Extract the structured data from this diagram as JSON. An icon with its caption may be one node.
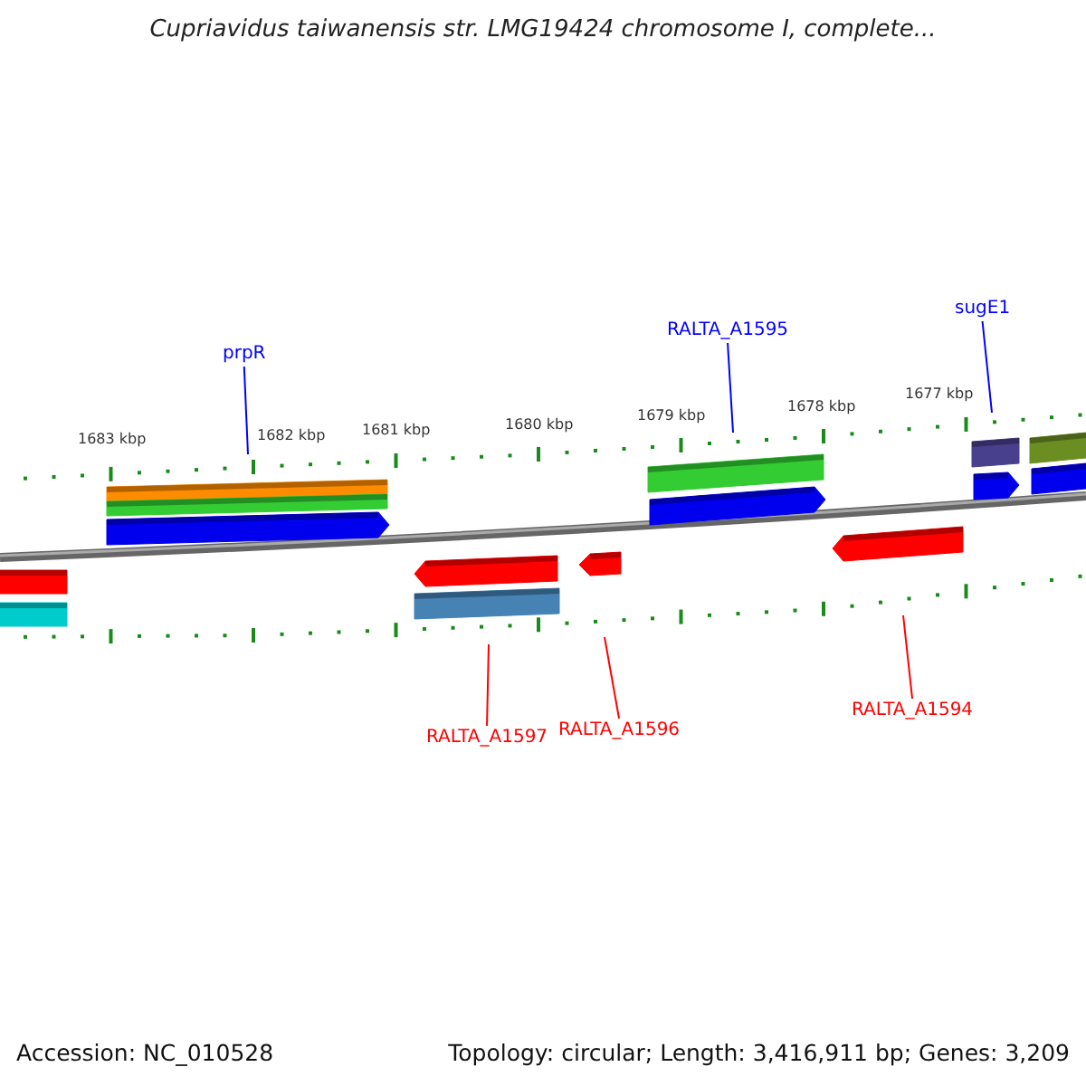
{
  "diagram": {
    "title": "Cupriavidus taiwanensis str. LMG19424 chromosome I, complete...",
    "nodes": [
      {
        "text": [
          "prpR"
        ]
      },
      {
        "text": [
          "RALTA_A1595"
        ]
      },
      {
        "text": [
          "sugE1"
        ]
      },
      {
        "text": [
          "RALTA_A1597"
        ]
      },
      {
        "text": [
          "RALTA_A1596"
        ]
      },
      {
        "text": [
          "RALTA_A1594"
        ]
      }
    ],
    "edges": [
      {
        "from": 0,
        "to": null,
        "arrow": "none",
        "color": "#0000ff"
      },
      {
        "from": 1,
        "to": null,
        "arrow": "none",
        "color": "#0000ff"
      },
      {
        "from": 2,
        "to": null,
        "arrow": "none",
        "color": "#0000ff"
      },
      {
        "from": 3,
        "to": null,
        "arrow": "none",
        "color": "#ff0000"
      },
      {
        "from": 4,
        "to": null,
        "arrow": "none",
        "color": "#ff0000"
      },
      {
        "from": 5,
        "to": null,
        "arrow": "none",
        "color": "#ff0000"
      }
    ],
    "labels": [
      "1683 kbp",
      "1682 kbp",
      "1681 kbp",
      "1680 kbp",
      "1679 kbp",
      "1678 kbp",
      "1677 kbp",
      "Accession: NC_010528",
      "Topology: circular; Length: 3,416,911 bp; Genes: 3,209"
    ]
  }
}
